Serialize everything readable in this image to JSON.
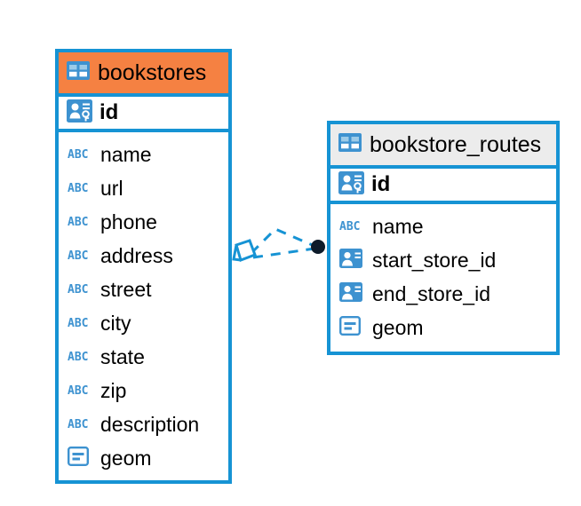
{
  "diagram": {
    "type": "entity-relationship-diagram",
    "background": "#ffffff",
    "colors": {
      "border_blue": "#1693d4",
      "selected_header_orange": "#f58142",
      "normal_header_gray": "#ececec",
      "icon_blue": "#3d92d0",
      "connector_blue": "#1693d4",
      "connector_endpoint_dark": "#0d1b2a",
      "text_black": "#000000"
    }
  },
  "tables": [
    {
      "name": "bookstores",
      "header_state": "selected",
      "table_icon": "table-icon",
      "primary_key": {
        "label": "id",
        "icon": "primary-key-icon"
      },
      "fields": [
        {
          "label": "name",
          "icon": "text-type-icon",
          "icon_text": "ABC"
        },
        {
          "label": "url",
          "icon": "text-type-icon",
          "icon_text": "ABC"
        },
        {
          "label": "phone",
          "icon": "text-type-icon",
          "icon_text": "ABC"
        },
        {
          "label": "address",
          "icon": "text-type-icon",
          "icon_text": "ABC"
        },
        {
          "label": "street",
          "icon": "text-type-icon",
          "icon_text": "ABC"
        },
        {
          "label": "city",
          "icon": "text-type-icon",
          "icon_text": "ABC"
        },
        {
          "label": "state",
          "icon": "text-type-icon",
          "icon_text": "ABC"
        },
        {
          "label": "zip",
          "icon": "text-type-icon",
          "icon_text": "ABC"
        },
        {
          "label": "description",
          "icon": "text-type-icon",
          "icon_text": "ABC"
        },
        {
          "label": "geom",
          "icon": "geometry-type-icon",
          "icon_text": ""
        }
      ]
    },
    {
      "name": "bookstore_routes",
      "header_state": "normal",
      "table_icon": "table-icon",
      "primary_key": {
        "label": "id",
        "icon": "primary-key-icon"
      },
      "fields": [
        {
          "label": "name",
          "icon": "text-type-icon",
          "icon_text": "ABC"
        },
        {
          "label": "start_store_id",
          "icon": "foreign-key-icon",
          "icon_text": ""
        },
        {
          "label": "end_store_id",
          "icon": "foreign-key-icon",
          "icon_text": ""
        },
        {
          "label": "geom",
          "icon": "geometry-type-icon",
          "icon_text": ""
        }
      ]
    }
  ],
  "relationship": {
    "style": "dashed",
    "source_endpoint": "diamond-crowsfoot-endpoint",
    "target_endpoint": "filled-circle-endpoint"
  }
}
